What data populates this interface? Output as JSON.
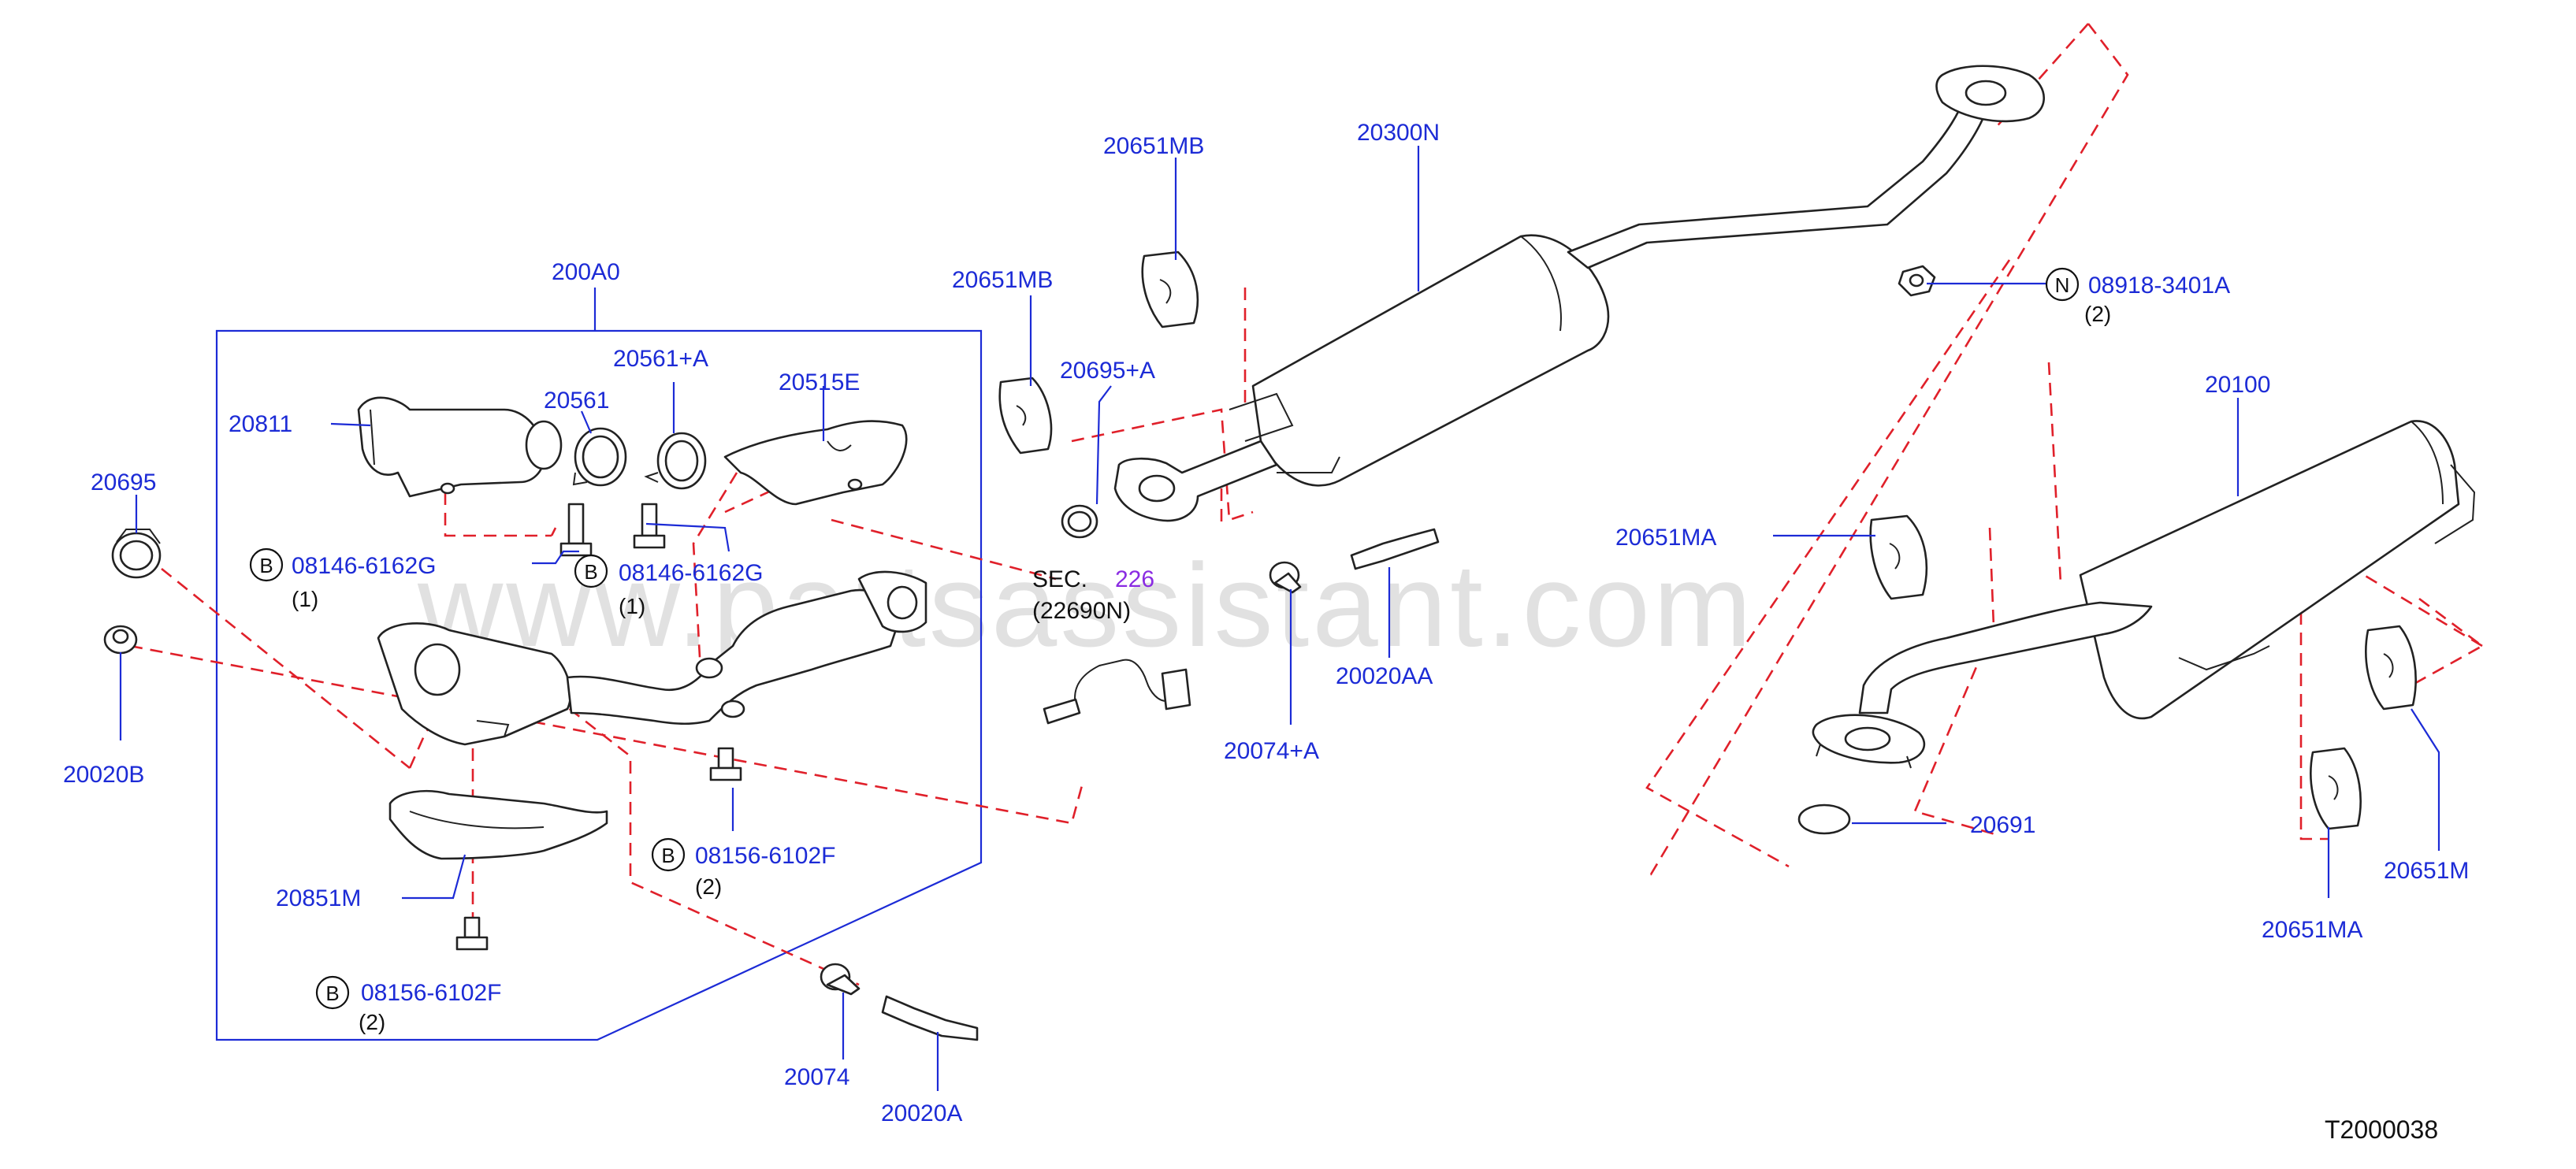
{
  "parts": {
    "p200A0": "200A0",
    "p20811": "20811",
    "p20561": "20561",
    "p20561A": "20561+A",
    "p20515E": "20515E",
    "p20695": "20695",
    "p20020B": "20020B",
    "p20851M": "20851M",
    "p20074": "20074",
    "p20020A": "20020A",
    "p20651MB_1": "20651MB",
    "p20651MB_2": "20651MB",
    "p20695A": "20695+A",
    "p20300N": "20300N",
    "p20074A": "20074+A",
    "p20020AA": "20020AA",
    "p20100": "20100",
    "p20651MA_1": "20651MA",
    "p20651MA_2": "20651MA",
    "p20651M": "20651M",
    "p20691": "20691"
  },
  "fasteners": [
    {
      "marker": "B",
      "number": "08146-6162G",
      "qty": "(1)"
    },
    {
      "marker": "B",
      "number": "08146-6162G",
      "qty": "(1)"
    },
    {
      "marker": "B",
      "number": "08156-6102F",
      "qty": "(2)"
    },
    {
      "marker": "B",
      "number": "08156-6102F",
      "qty": "(2)"
    },
    {
      "marker": "N",
      "number": "08918-3401A",
      "qty": "(2)"
    }
  ],
  "section_ref": {
    "prefix": "SEC.",
    "number": "226",
    "sub": "(22690N)"
  },
  "diagram_code": "T2000038",
  "watermark": "www.partsassistant.com",
  "colors": {
    "label": "#1c2bd6",
    "dashed_line": "#e0202a",
    "outline": "#222222"
  }
}
